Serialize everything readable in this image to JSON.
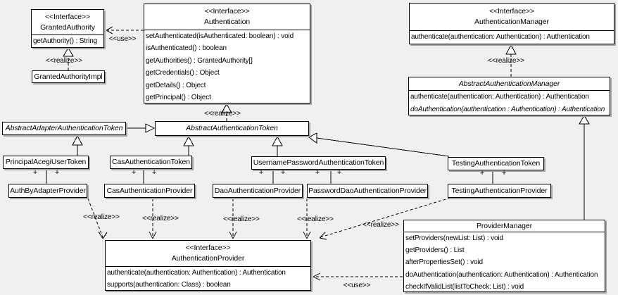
{
  "colors": {
    "background": "#f0f0f0",
    "box_fill": "#ffffff",
    "line": "#000000",
    "shadow": "#a6a6a6"
  },
  "labels": {
    "use": "<<use>>",
    "realize": "<<realize>>",
    "plus": "+"
  },
  "classes": {
    "granted_authority": {
      "stereotype": "<<Interface>>",
      "name": "GrantedAuthority",
      "methods": [
        "getAuthority() : String"
      ]
    },
    "granted_authority_impl": {
      "name": "GrantedAuthorityImpl"
    },
    "authentication": {
      "stereotype": "<<Interface>>",
      "name": "Authentication",
      "methods": [
        "setAuthenticated(isAuthenticated: boolean) : void",
        "isAuthenticated() : boolean",
        "getAuthorities() : GrantedAuthority[]",
        "getCredentials() : Object",
        "getDetails() : Object",
        "getPrincipal() : Object"
      ]
    },
    "authentication_manager": {
      "stereotype": "<<Interface>>",
      "name": "AuthenticationManager",
      "methods": [
        "authenticate(authentication: Authentication) : Authentication"
      ]
    },
    "abstract_authentication_manager": {
      "name": "AbstractAuthenticationManager",
      "abstract": true,
      "methods": [
        "authenticate(authentication: Authentication) : Authentication",
        "doAuthentication(authentication : Authentication) : Authentication"
      ]
    },
    "abstract_adapter_authentication_token": {
      "name": "AbstractAdapterAuthenticationToken",
      "abstract": true
    },
    "abstract_authentication_token": {
      "name": "AbstractAuthenticationToken",
      "abstract": true
    },
    "principal_acegi_user_token": {
      "name": "PrincipalAcegiUserToken"
    },
    "cas_authentication_token": {
      "name": "CasAuthenticationToken"
    },
    "username_password_authentication_token": {
      "name": "UsernamePasswordAuthenticationToken"
    },
    "testing_authentication_token": {
      "name": "TestingAuthenticationToken"
    },
    "auth_by_adapter_provider": {
      "name": "AuthByAdapterProvider"
    },
    "cas_authentication_provider": {
      "name": "CasAuthenticationProvider"
    },
    "dao_authentication_provider": {
      "name": "DaoAuthenticationProvider"
    },
    "password_dao_authentication_provider": {
      "name": "PasswordDaoAuthenticationProvider"
    },
    "testing_authentication_provider": {
      "name": "TestingAuthenticationProvider"
    },
    "authentication_provider": {
      "stereotype": "<<Interface>>",
      "name": "AuthenticationProvider",
      "methods": [
        "authenticate(authentication: Authentication) : Authentication",
        "supports(authentication: Class) : boolean"
      ]
    },
    "provider_manager": {
      "name": "ProviderManager",
      "methods": [
        "setProviders(newList: List) : void",
        "getProviders() : List",
        "afterPropertiesSet() : void",
        "doAuthentication(authentication: Authentication) : Authentication",
        "checkIfValidList(listToCheck: List) : void"
      ]
    }
  },
  "relationships": [
    {
      "kind": "use",
      "from": "Authentication",
      "to": "GrantedAuthority"
    },
    {
      "kind": "realize",
      "from": "GrantedAuthorityImpl",
      "to": "GrantedAuthority"
    },
    {
      "kind": "realize",
      "from": "AbstractAuthenticationToken",
      "to": "Authentication"
    },
    {
      "kind": "realize",
      "from": "AbstractAuthenticationManager",
      "to": "AuthenticationManager"
    },
    {
      "kind": "generalize",
      "from": "AbstractAdapterAuthenticationToken",
      "to": "AbstractAuthenticationToken"
    },
    {
      "kind": "generalize",
      "from": "PrincipalAcegiUserToken",
      "to": "AbstractAdapterAuthenticationToken"
    },
    {
      "kind": "generalize",
      "from": "CasAuthenticationToken",
      "to": "AbstractAuthenticationToken"
    },
    {
      "kind": "generalize",
      "from": "UsernamePasswordAuthenticationToken",
      "to": "AbstractAuthenticationToken"
    },
    {
      "kind": "generalize",
      "from": "TestingAuthenticationToken",
      "to": "AbstractAuthenticationToken"
    },
    {
      "kind": "generalize",
      "from": "ProviderManager",
      "to": "AbstractAuthenticationManager"
    },
    {
      "kind": "association",
      "from": "PrincipalAcegiUserToken",
      "to": "AuthByAdapterProvider",
      "end_labels": [
        "+",
        "+"
      ]
    },
    {
      "kind": "association",
      "from": "CasAuthenticationToken",
      "to": "CasAuthenticationProvider",
      "end_labels": [
        "+",
        "+"
      ]
    },
    {
      "kind": "association",
      "from": "UsernamePasswordAuthenticationToken",
      "to": "DaoAuthenticationProvider",
      "end_labels": [
        "+",
        "+"
      ]
    },
    {
      "kind": "association",
      "from": "UsernamePasswordAuthenticationToken",
      "to": "PasswordDaoAuthenticationProvider",
      "end_labels": [
        "+",
        "+"
      ]
    },
    {
      "kind": "association",
      "from": "TestingAuthenticationToken",
      "to": "TestingAuthenticationProvider",
      "end_labels": [
        "+",
        "+"
      ]
    },
    {
      "kind": "realize",
      "from": "AuthByAdapterProvider",
      "to": "AuthenticationProvider"
    },
    {
      "kind": "realize",
      "from": "CasAuthenticationProvider",
      "to": "AuthenticationProvider"
    },
    {
      "kind": "realize",
      "from": "DaoAuthenticationProvider",
      "to": "AuthenticationProvider"
    },
    {
      "kind": "realize",
      "from": "PasswordDaoAuthenticationProvider",
      "to": "AuthenticationProvider"
    },
    {
      "kind": "realize",
      "from": "TestingAuthenticationProvider",
      "to": "AuthenticationProvider"
    },
    {
      "kind": "use",
      "from": "ProviderManager",
      "to": "AuthenticationProvider"
    }
  ]
}
